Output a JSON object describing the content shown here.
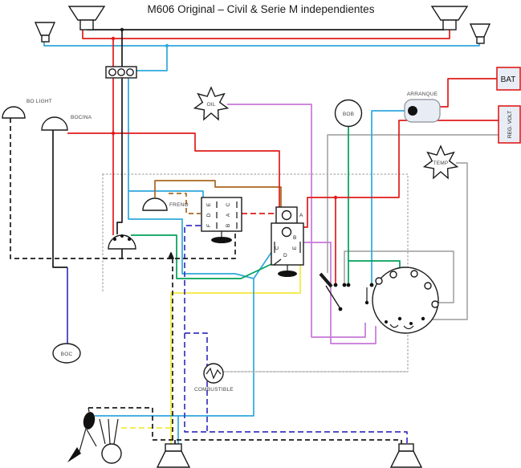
{
  "title": "M606 Original – Civil & Serie M independientes",
  "labels": {
    "bo_light": "BO LIGHT",
    "bocina": "BOCINA",
    "oil": "OIL",
    "bob": "BOB",
    "arranque": "ARRANQUE",
    "bat": "BAT",
    "reg_volt": "REG. VOLT",
    "temp": "TEMP",
    "freno": "FRENO",
    "boc": "BOC",
    "combustible": "COMBUSTIBLE"
  },
  "switch_terminals": [
    "E",
    "C",
    "D",
    "A",
    "F",
    "B"
  ],
  "ignition_terminals": {
    "a": "A",
    "b": "B",
    "c": "C",
    "e": "E",
    "d": "D"
  },
  "colors": {
    "wire_black": "#1a1a1a",
    "wire_red": "#e01b1b",
    "wire_cyan": "#2fa8dc",
    "wire_green": "#00a05a",
    "wire_brown": "#a9651f",
    "wire_purple": "#c678d8",
    "wire_navy": "#3b35c0",
    "wire_yellow": "#f2ea3a",
    "wire_gray": "#a9a9a9",
    "dotted_boundary": "#9a9a9a",
    "device_fill": "#e8edf5"
  }
}
